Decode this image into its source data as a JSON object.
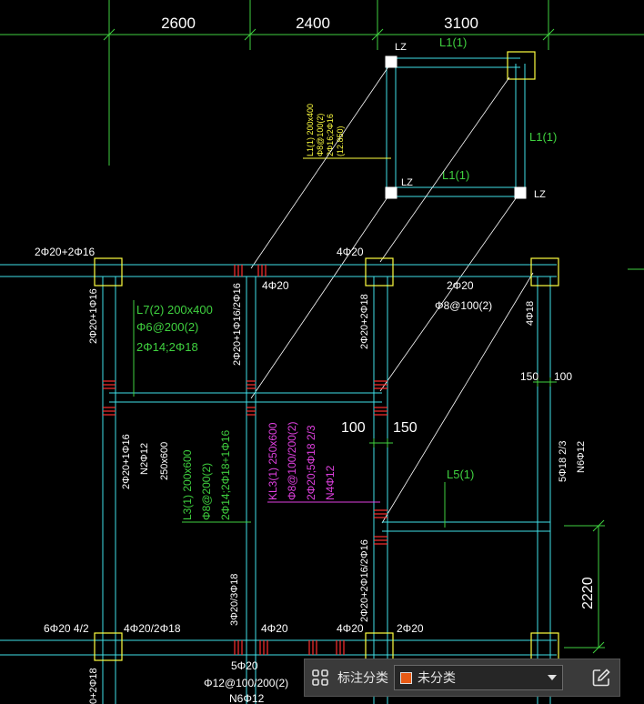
{
  "colors": {
    "beam": "#40e0e8",
    "dim": "#3fd13f",
    "white": "#ffffff",
    "yellow": "#ffff40",
    "magenta": "#e040e0",
    "red": "#ff3030",
    "toolbar_bg": "#3a3a3a",
    "swatch": "#e85a14"
  },
  "dims": {
    "top": [
      "2600",
      "2400",
      "3100"
    ],
    "gap_left": "100",
    "gap_right": "150",
    "small_150": "150",
    "small_100": "100",
    "right_vertical": "2220"
  },
  "upper": {
    "lz_tl": "LZ",
    "lz_bl": "LZ",
    "lz_br": "LZ",
    "l1_top": "L1(1)",
    "l1_right": "L1(1)",
    "l1_bottom": "L1(1)",
    "note": [
      "L1(1) 200x400",
      "Φ8@100(2)",
      "2Φ16;2Φ16",
      "(12.850)"
    ]
  },
  "labels": {
    "tl_2020": "2Φ20+2Φ16",
    "top_4020a": "4Φ20",
    "top_4020b": "4Φ20",
    "r_2020": "2Φ20",
    "r_phi8": "Φ8@100(2)",
    "r_4018": "4Φ18",
    "v_left": "2Φ20+1Φ16",
    "v_mid": "2Φ20+1Φ16/2Φ16",
    "v_r": "2Φ20+2Φ18",
    "v_2020_1016": "2Φ20+1Φ16",
    "v_n2012": "N2Φ12",
    "v_250x600": "250x600",
    "v_5018": "5Φ18 2/3",
    "v_n6012": "N6Φ12",
    "v_lower_r": "2Φ20+2Φ16/2Φ16",
    "v_bottom_l": "3Φ20/3Φ18",
    "v_bottom_edge": "0+2Φ18",
    "b_6020": "6Φ20 4/2",
    "b_4020_2018": "4Φ20/2Φ18",
    "b_4020a": "4Φ20",
    "b_4020b": "4Φ20",
    "b_2020": "2Φ20",
    "b_5020": "5Φ20",
    "b_phi12": "Φ12@100/200(2)",
    "b_n6012": "N6Φ12"
  },
  "green_notes": {
    "l7": [
      "L7(2) 200x400",
      "Φ6@200(2)",
      "2Φ14;2Φ18"
    ],
    "l3": [
      "L3(1) 200x600",
      "Φ8@200(2)",
      "2Φ14;2Φ18+1Φ16"
    ],
    "l5": "L5(1)"
  },
  "magenta_note": [
    "KL3(1) 250x600",
    "Φ8@100/200(2)",
    "2Φ20;5Φ18 2/3",
    "N4Φ12"
  ],
  "toolbar": {
    "grid_icon": "grid-icon",
    "label": "标注分类",
    "select_value": "未分类",
    "edit_icon": "edit-icon"
  }
}
